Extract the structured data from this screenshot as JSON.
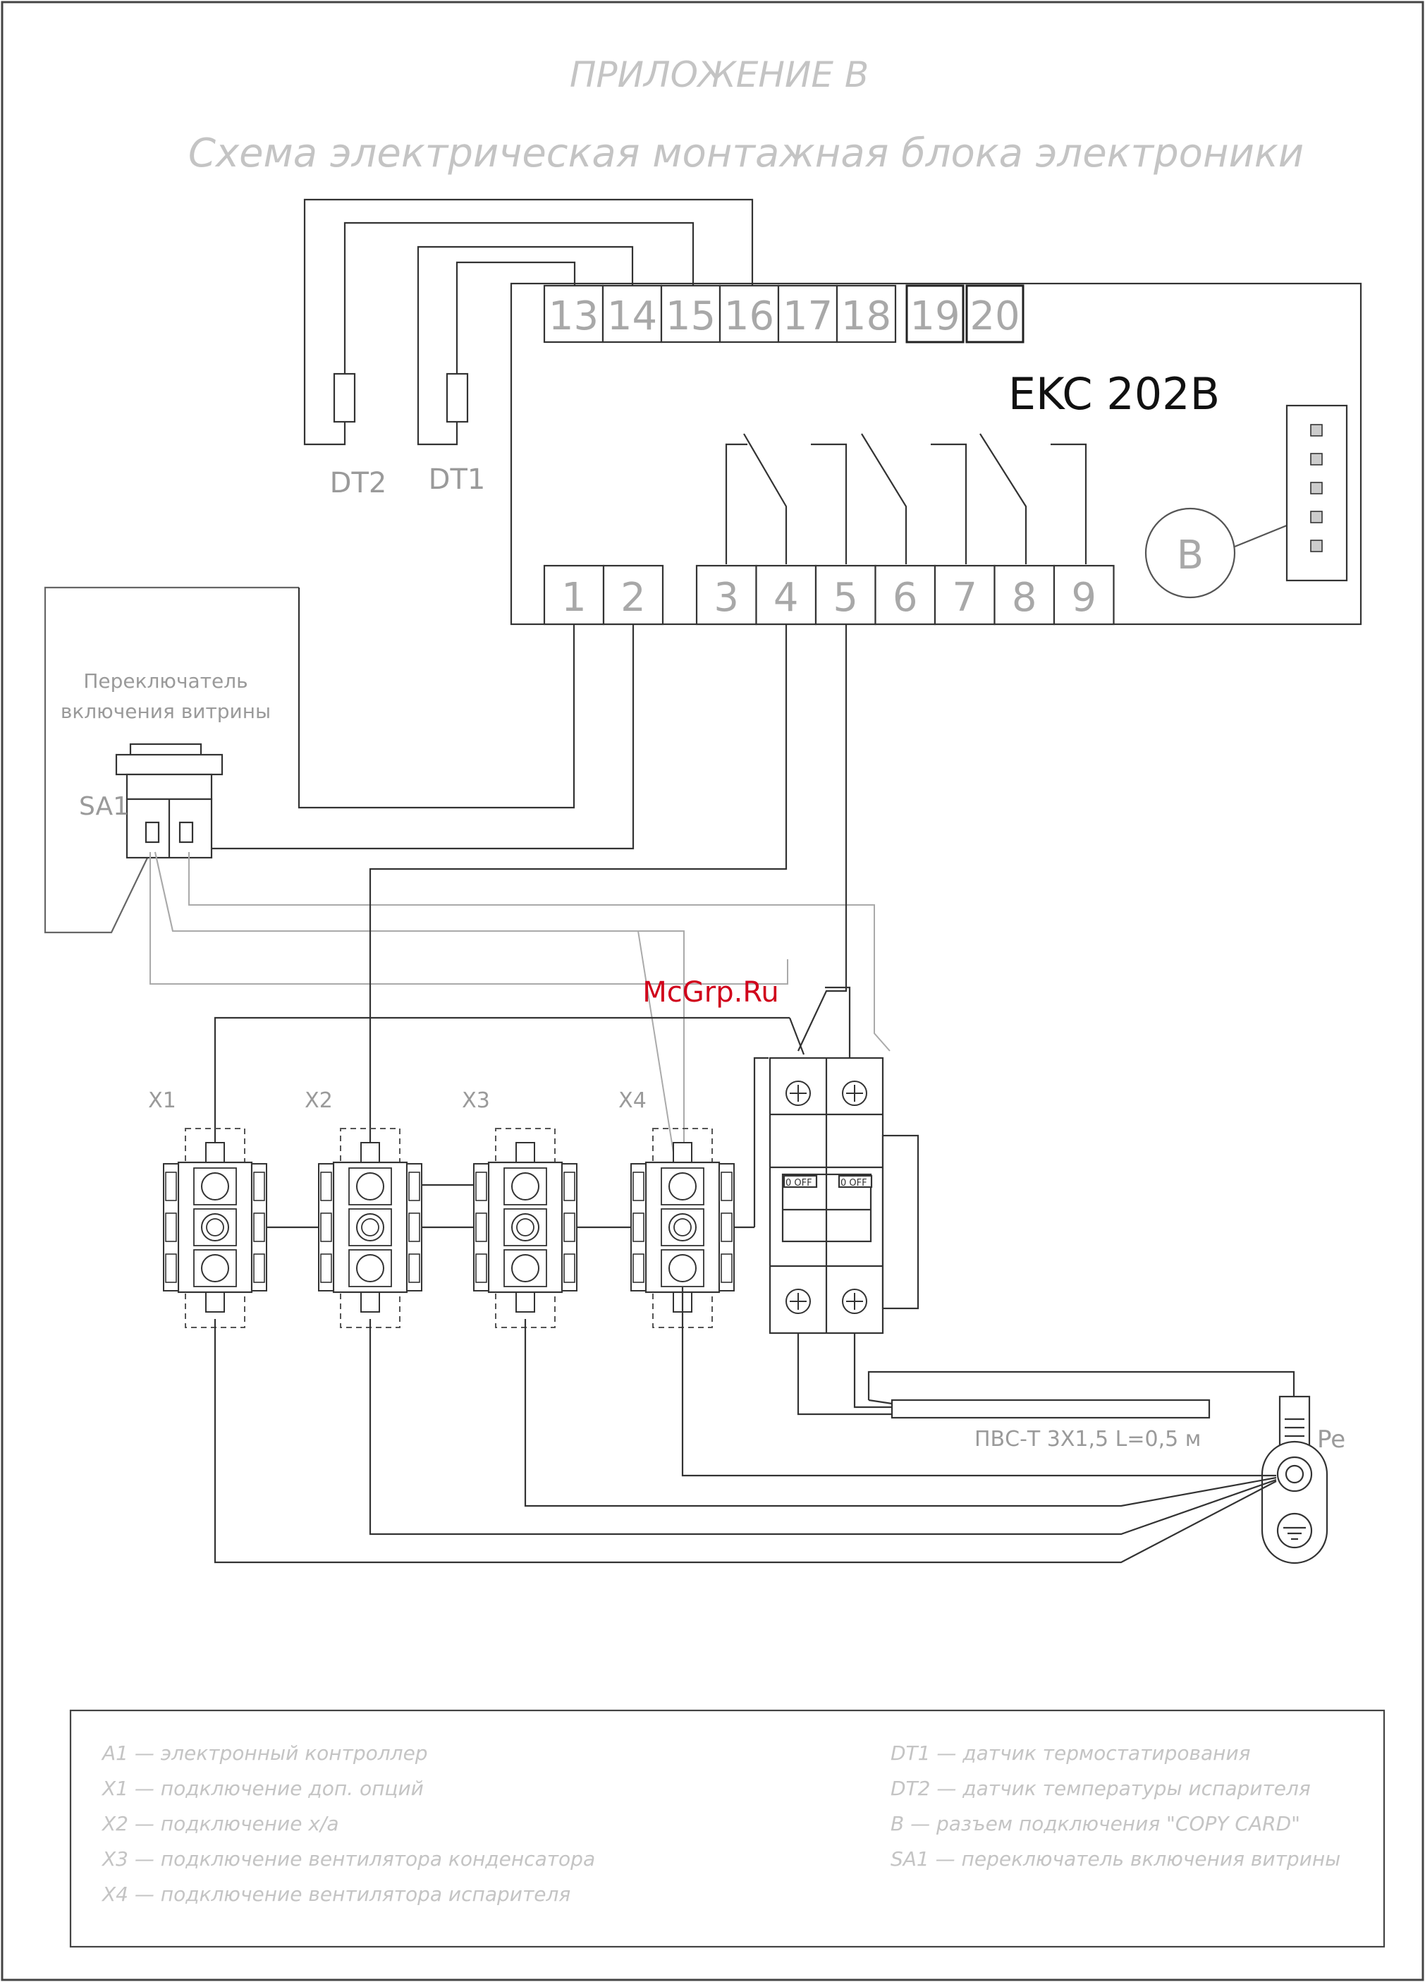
{
  "header": {
    "appendix": "ПРИЛОЖЕНИЕ В",
    "title": "Схема электрическая монтажная блока электроники"
  },
  "controller": {
    "model": "EKC 202B",
    "top_pins": [
      "13",
      "14",
      "15",
      "16",
      "17",
      "18",
      "19",
      "20"
    ],
    "bottom_pins": [
      "1",
      "2",
      "3",
      "4",
      "5",
      "6",
      "7",
      "8",
      "9"
    ],
    "copy_card_port": "B"
  },
  "sensors": {
    "dt2": "DT2",
    "dt1": "DT1"
  },
  "switch": {
    "caption_line1": "Переключатель",
    "caption_line2": "включения витрины",
    "ref": "SA1"
  },
  "terminals": [
    "X1",
    "X2",
    "X3",
    "X4"
  ],
  "breaker": {
    "flag": "0 OFF"
  },
  "cable": {
    "label": "ПВС-Т 3Х1,5 L=0,5 м"
  },
  "ground": {
    "label": "Pe"
  },
  "watermark": {
    "text": "McGrp.Ru",
    "color": "#d0021b"
  },
  "legend": {
    "left": [
      "A1 — электронный контроллер",
      "X1 — подключение доп. опций",
      "X2 — подключение х/а",
      "X3 — подключение вентилятора конденсатора",
      "X4 — подключение вентилятора испарителя"
    ],
    "right": [
      "DT1 — датчик термостатирования",
      "DT2 — датчик температуры испарителя",
      "B — разъем подключения \"COPY CARD\"",
      "SA1 — переключатель включения витрины"
    ]
  }
}
